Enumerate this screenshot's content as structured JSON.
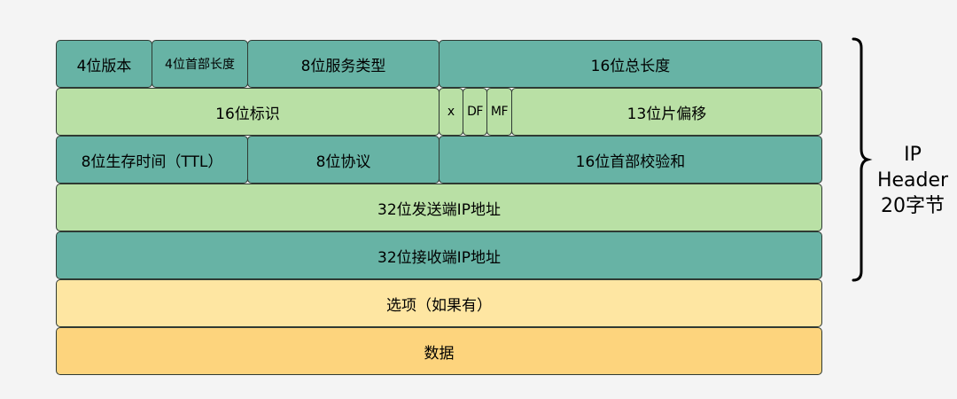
{
  "diagram": {
    "rows": [
      [
        {
          "label": "4位版本"
        },
        {
          "label": "4位首部长度"
        },
        {
          "label": "8位服务类型"
        },
        {
          "label": "16位总长度"
        }
      ],
      [
        {
          "label": "16位标识"
        },
        {
          "label": "x"
        },
        {
          "label": "DF"
        },
        {
          "label": "MF"
        },
        {
          "label": "13位片偏移"
        }
      ],
      [
        {
          "label": "8位生存时间（TTL）"
        },
        {
          "label": "8位协议"
        },
        {
          "label": "16位首部校验和"
        }
      ],
      [
        {
          "label": "32位发送端IP地址"
        }
      ],
      [
        {
          "label": "32位接收端IP地址"
        }
      ],
      [
        {
          "label": "选项（如果有）"
        }
      ],
      [
        {
          "label": "数据"
        }
      ]
    ],
    "brace_label": {
      "line1": "IP",
      "line2": "Header",
      "line3": "20字节"
    },
    "colors": {
      "teal": "#67b3a5",
      "light_green": "#b9e0a5",
      "light_yellow": "#fee6a2",
      "orange": "#fdd47d"
    }
  }
}
